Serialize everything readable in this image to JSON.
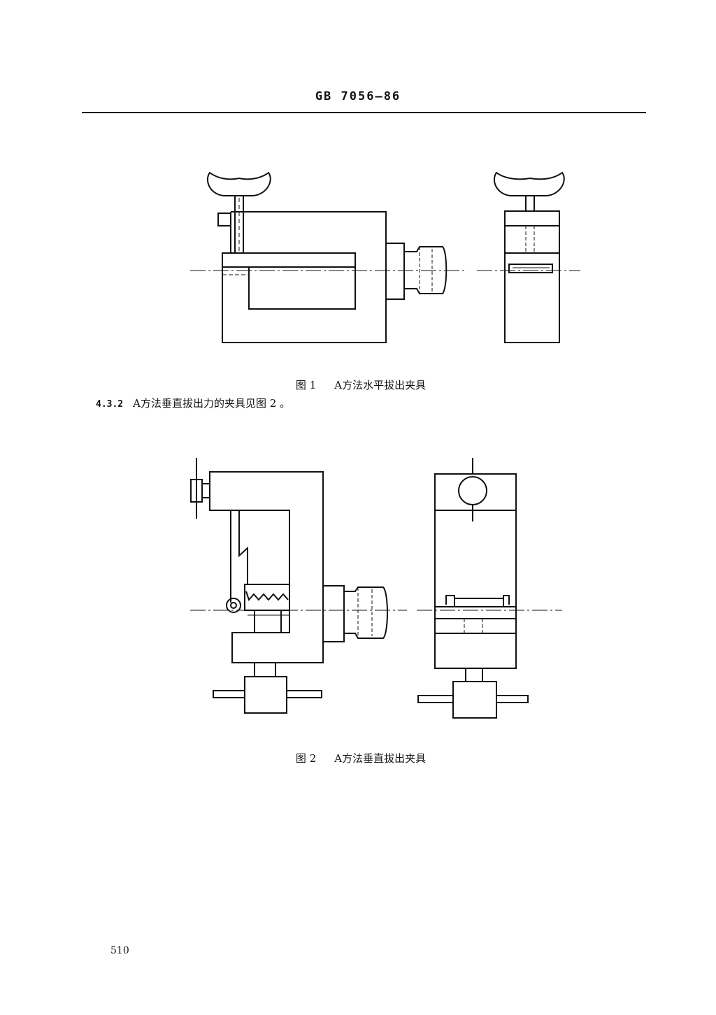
{
  "header": {
    "standard_code": "GB 7056—86"
  },
  "figures": [
    {
      "label": "图 1",
      "caption": "A方法水平拔出夹具"
    },
    {
      "label": "图 2",
      "caption": "A方法垂直拔出夹具"
    }
  ],
  "clause": {
    "number": "4.3.2",
    "text": "A方法垂直拔出力的夹具见图 2 。"
  },
  "footer": {
    "page_number": "510"
  }
}
